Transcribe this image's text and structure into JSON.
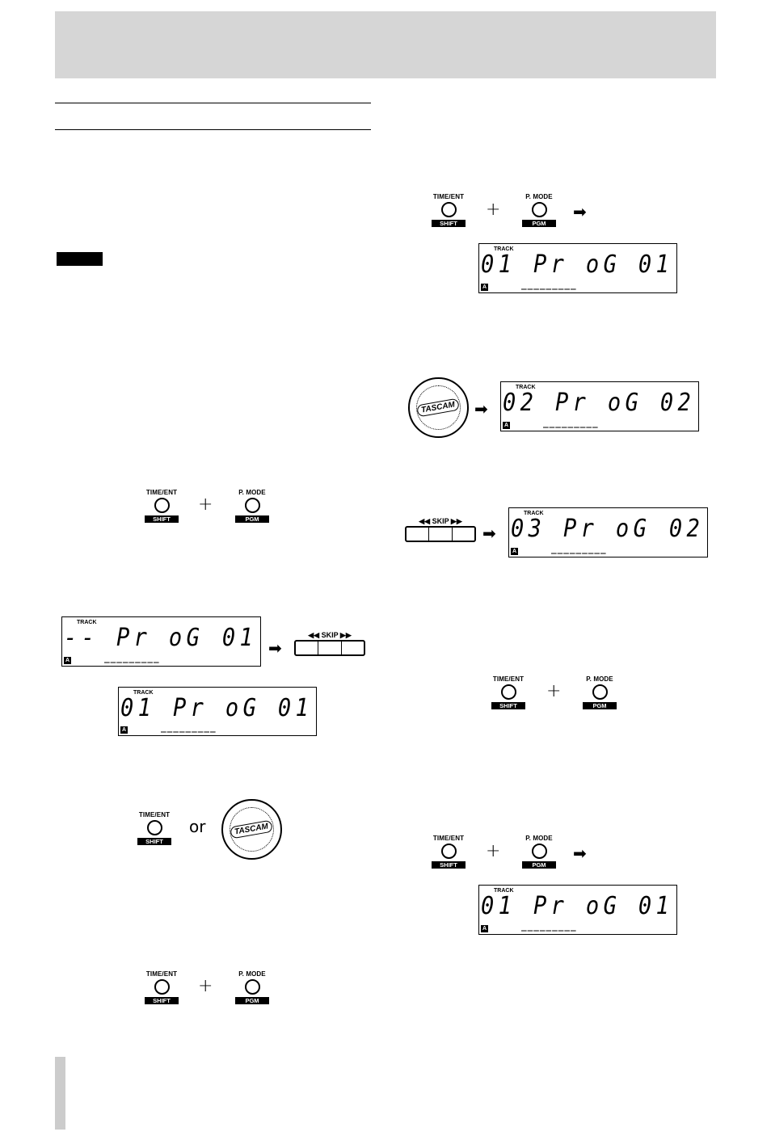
{
  "keys": {
    "time_ent": "TIME/ENT",
    "shift": "SHIFT",
    "pmode": "P. MODE",
    "pgm": "PGM",
    "plus": "+",
    "or": "or",
    "arrow": "➡"
  },
  "skip": {
    "label": "◀◀ SKIP ▶▶"
  },
  "wheel": {
    "logo": "TASCAM"
  },
  "lcd": {
    "track_label": "TRACK",
    "a_label": "A",
    "bars": "_________",
    "d1": {
      "main": "-- Pr oG",
      "num": "01"
    },
    "d2": {
      "main": "01 Pr oG",
      "num": "01"
    },
    "d3": {
      "main": "01 Pr oG",
      "num": "01"
    },
    "d4": {
      "main": "02 Pr oG",
      "num": "02"
    },
    "d5": {
      "main": "03 Pr oG",
      "num": "02"
    },
    "d6": {
      "main": "01 Pr oG",
      "num": "01"
    }
  }
}
